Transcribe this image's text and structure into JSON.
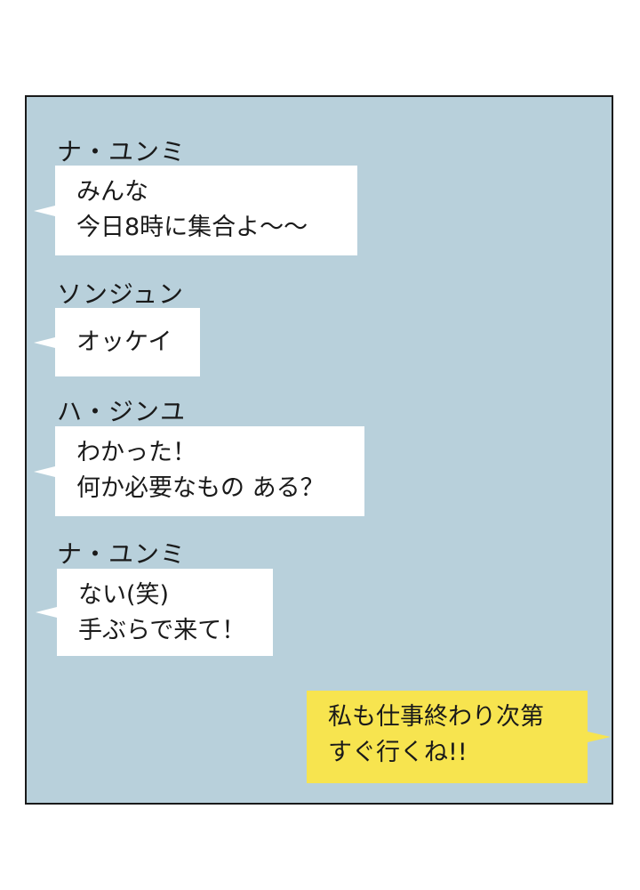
{
  "messages": [
    {
      "sender": "ナ・ユンミ",
      "text": "みんな\n今日8時に集合よ〜〜"
    },
    {
      "sender": "ソンジュン",
      "text": "オッケイ"
    },
    {
      "sender": "ハ・ジンユ",
      "text": "わかった！\n何か必要なもの ある？"
    },
    {
      "sender": "ナ・ユンミ",
      "text": "ない(笑)\n手ぶらで来て！"
    },
    {
      "sender": "",
      "text": "私も仕事終わり次第\nすぐ行くね!!"
    }
  ],
  "colors": {
    "background": "#b8d0db",
    "incoming_bubble": "#ffffff",
    "outgoing_bubble": "#f7e44f"
  }
}
